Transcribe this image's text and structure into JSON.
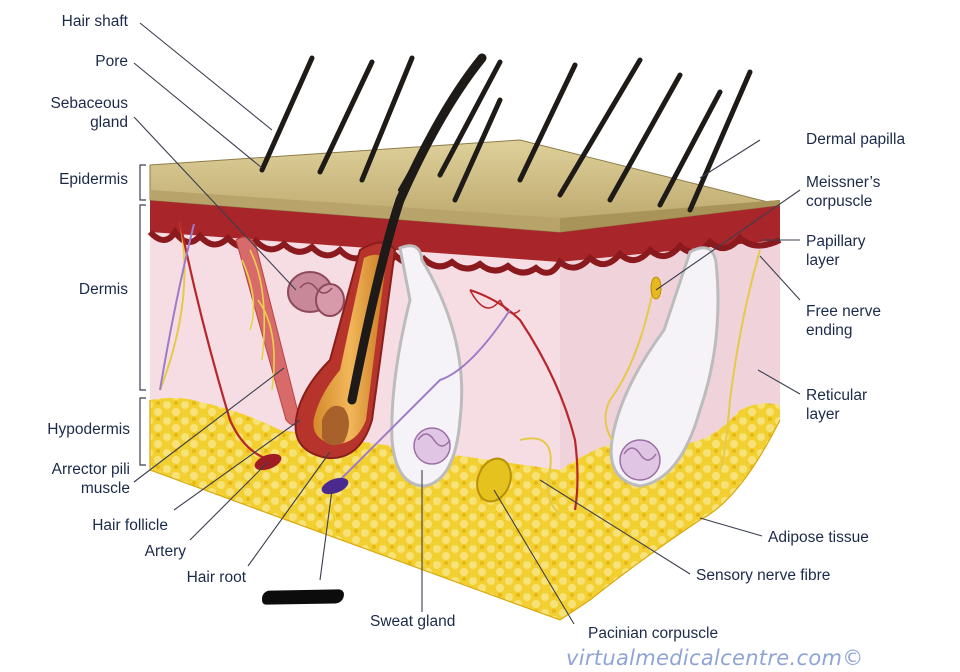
{
  "labels": {
    "hair_shaft": "Hair shaft",
    "pore": "Pore",
    "sebaceous_gland": "Sebaceous\ngland",
    "epidermis": "Epidermis",
    "dermis": "Dermis",
    "hypodermis": "Hypodermis",
    "arrector_pili_muscle": "Arrector pili\nmuscle",
    "hair_follicle": "Hair follicle",
    "artery": "Artery",
    "hair_root": "Hair root",
    "sweat_gland": "Sweat gland",
    "pacinian_corpuscle": "Pacinian corpuscle",
    "dermal_papilla": "Dermal papilla",
    "meissners_corpuscle": "Meissner’s\ncorpuscle",
    "papillary_layer": "Papillary\nlayer",
    "free_nerve_ending": "Free nerve\nending",
    "reticular_layer": "Reticular\nlayer",
    "adipose_tissue": "Adipose tissue",
    "sensory_nerve_fibre": "Sensory nerve fibre"
  },
  "watermark": "virtualmedicalcentre.com©",
  "colors": {
    "label_text": "#1c2a4a",
    "epidermis": "#cdbd86",
    "papillary": "#a8252a",
    "dermis": "#f6dde3",
    "adipose": "#f2cc1c",
    "nerve": "#e4c94a",
    "hair": "#1e1a17",
    "watermark": "#8fa4d6"
  }
}
